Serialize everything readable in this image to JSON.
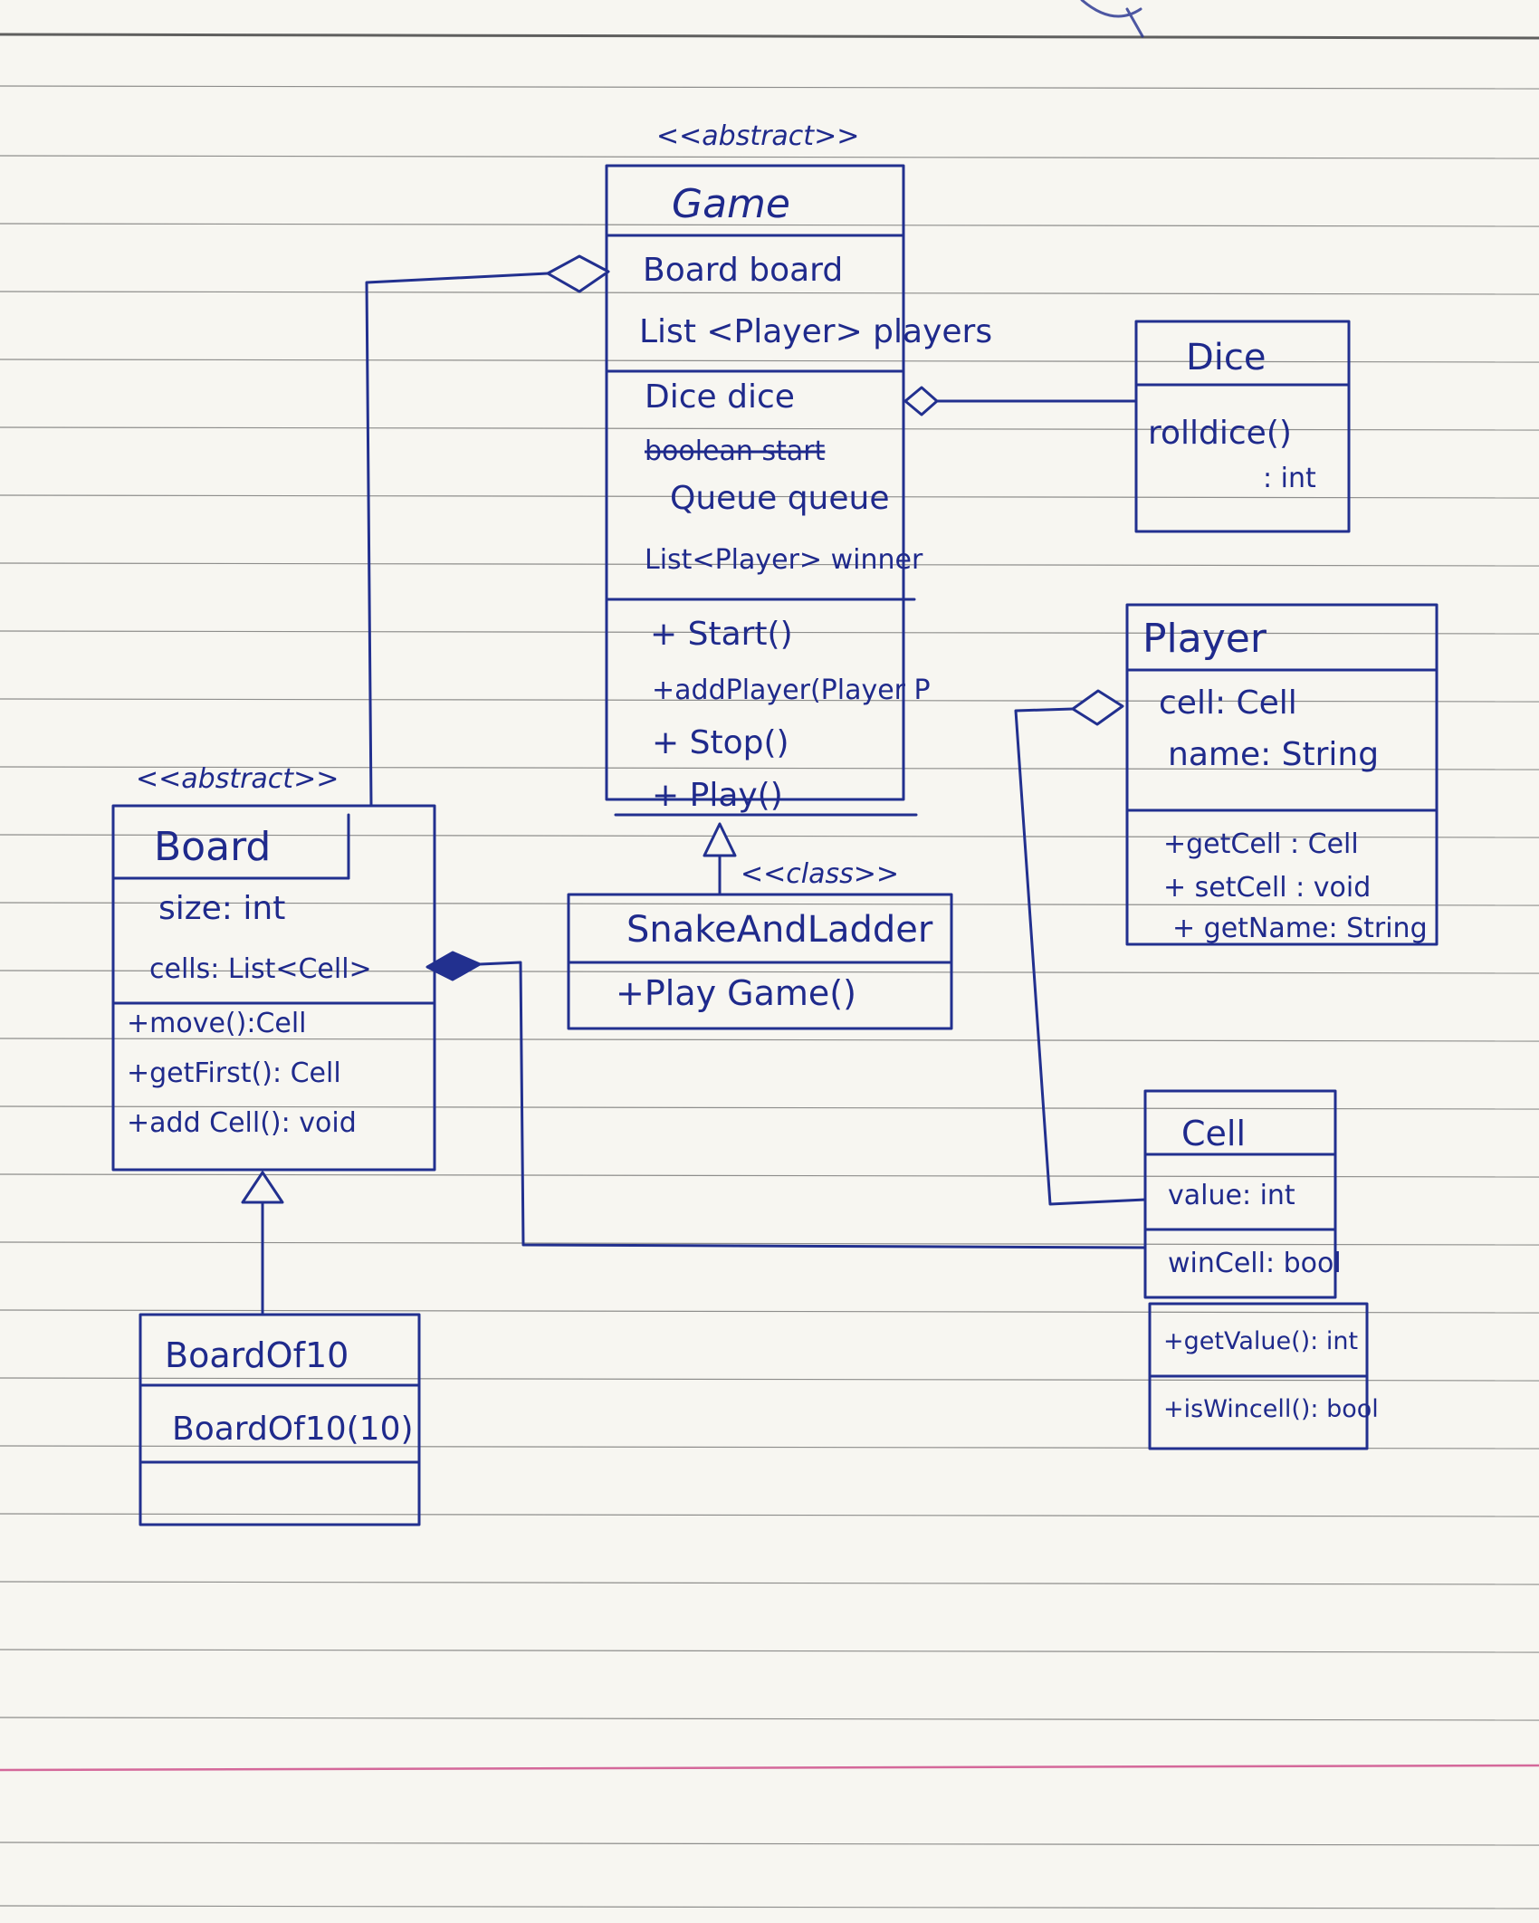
{
  "colors": {
    "ink": "#22308f",
    "paper": "#f7f6f1",
    "rule": "#3a3a3a",
    "margin_line": "#d4689a"
  },
  "game": {
    "stereotype": "<<abstract>>",
    "name": "Game",
    "attributes": [
      "Board board",
      "List <Player> players",
      "Dice dice",
      "boolean start",
      "Queue queue",
      "List<Player> winner"
    ],
    "methods": [
      "+ Start()",
      "+addPlayer(Player P",
      "+ Stop()",
      "+ Play()"
    ]
  },
  "dice": {
    "name": "Dice",
    "methods": [
      "rolldice()",
      ": int"
    ]
  },
  "player": {
    "name": "Player",
    "attributes": [
      "cell: Cell",
      "name: String"
    ],
    "methods": [
      "+getCell : Cell",
      "+ setCell : void",
      "+ getName: String"
    ]
  },
  "board": {
    "stereotype": "<<abstract>>",
    "name": "Board",
    "attributes": [
      "size: int",
      "cells: List<Cell>"
    ],
    "methods": [
      "+move():Cell",
      "+getFirst(): Cell",
      "+add Cell(): void"
    ]
  },
  "snake": {
    "stereotype": "<<class>>",
    "name": "SnakeAndLadder",
    "methods": [
      "+Play Game()"
    ]
  },
  "cell": {
    "name": "Cell",
    "attributes": [
      "value: int",
      "winCell: bool"
    ],
    "methods": [
      "+getValue(): int",
      "+isWincell(): bool"
    ]
  },
  "boardof10": {
    "name": "BoardOf10",
    "methods": [
      "BoardOf10(10)"
    ]
  }
}
